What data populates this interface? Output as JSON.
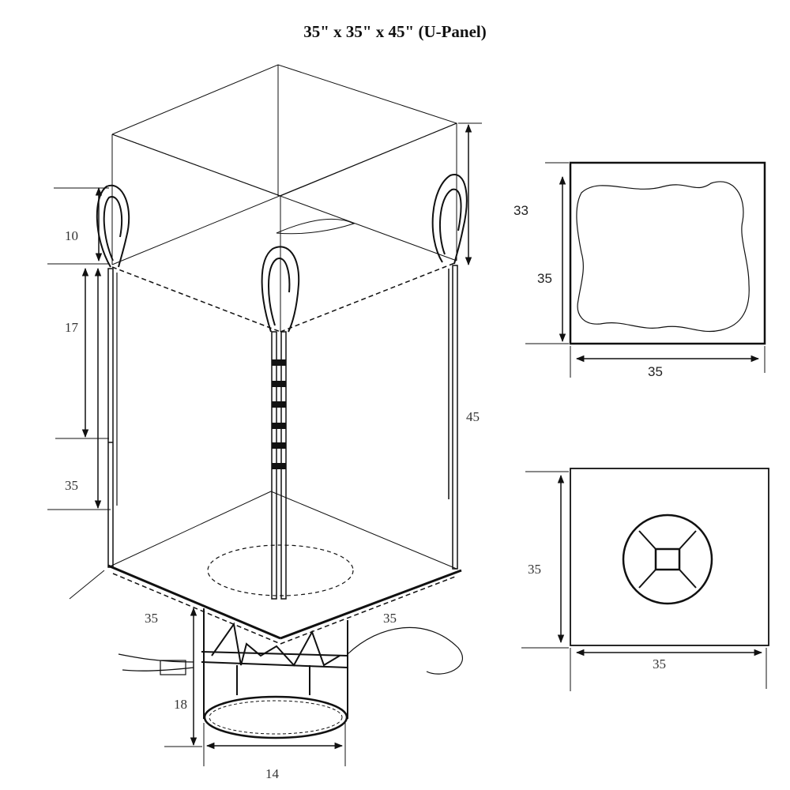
{
  "title": "35\" x 35\" x 45\" (U-Panel)",
  "bag": {
    "loop_height": "10",
    "upper_side_seam": "17",
    "lower_side": "35",
    "height": "45",
    "base_left": "35",
    "base_right": "35",
    "spout_height": "18",
    "spout_diameter": "14"
  },
  "top_view": {
    "inner": "33",
    "height": "35",
    "width": "35"
  },
  "bottom_view": {
    "height": "35",
    "width": "35"
  }
}
